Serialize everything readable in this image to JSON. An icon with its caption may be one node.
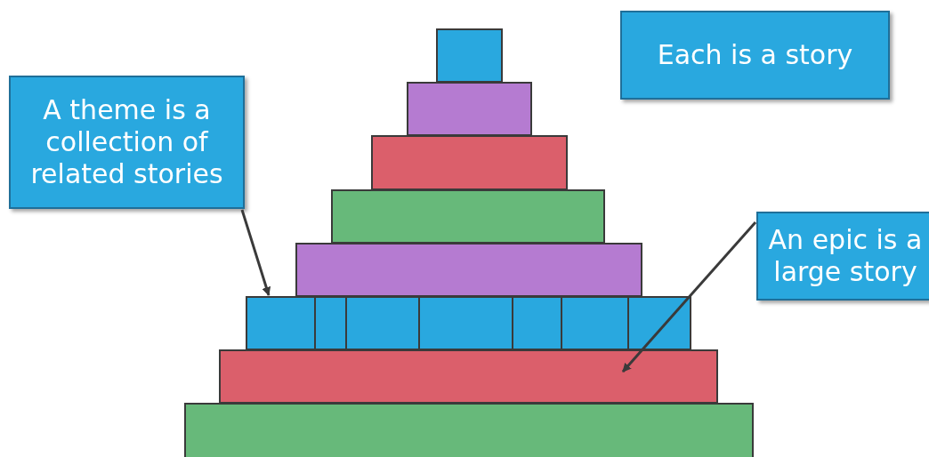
{
  "diagram": {
    "nodes": [
      {
        "text": [
          "Each is a story"
        ]
      },
      {
        "text": [
          "A theme is a collection of related stories"
        ]
      },
      {
        "text": [
          "An epic is a large story"
        ]
      },
      {
        "text": [],
        "shape": "bar"
      },
      {
        "text": [],
        "shape": "bar"
      },
      {
        "text": [],
        "shape": "bar"
      },
      {
        "text": [],
        "shape": "bar"
      },
      {
        "text": [],
        "shape": "bar"
      },
      {
        "text": [],
        "shape": "bar"
      },
      {
        "text": [],
        "shape": "bar"
      },
      {
        "text": [],
        "shape": "bar"
      }
    ],
    "edges": [
      {
        "from": 1,
        "to": 8,
        "arrow": "to"
      },
      {
        "from": 2,
        "to": 9,
        "arrow": "to"
      }
    ]
  }
}
